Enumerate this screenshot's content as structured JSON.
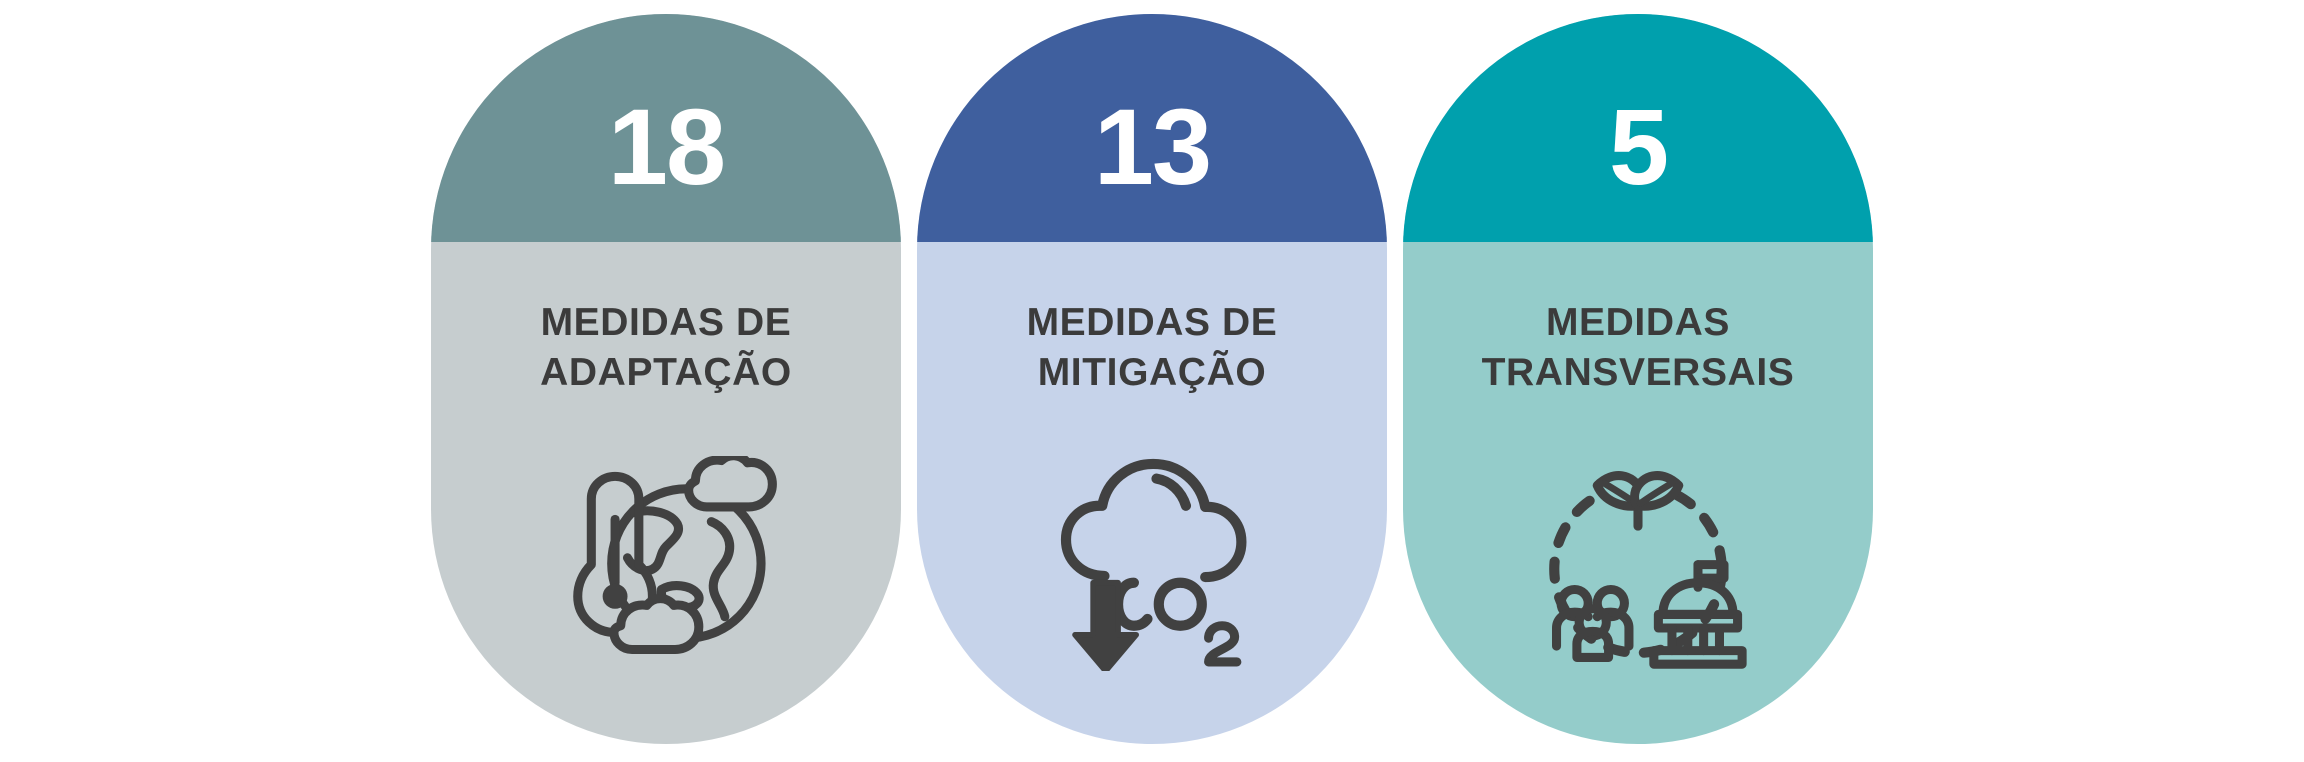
{
  "background_color": "#ffffff",
  "label_text_color": "#3b3b3b",
  "icon_color": "#414141",
  "count_text_color": "#ffffff",
  "cards": [
    {
      "count": "18",
      "label": "MEDIDAS DE\nADAPTAÇÃO",
      "top_color": "#6e9296",
      "body_color": "#c6cdcf",
      "icon_name": "thermometer-globe-clouds-icon"
    },
    {
      "count": "13",
      "label": "MEDIDAS DE\nMITIGAÇÃO",
      "top_color": "#3f5f9e",
      "body_color": "#c6d3ea",
      "icon_name": "co2-cloud-down-arrow-icon"
    },
    {
      "count": "5",
      "label": "MEDIDAS\nTRANSVERSAIS",
      "top_color": "#00a0ad",
      "body_color": "#94ccca",
      "icon_name": "sprout-people-government-cycle-icon"
    }
  ]
}
